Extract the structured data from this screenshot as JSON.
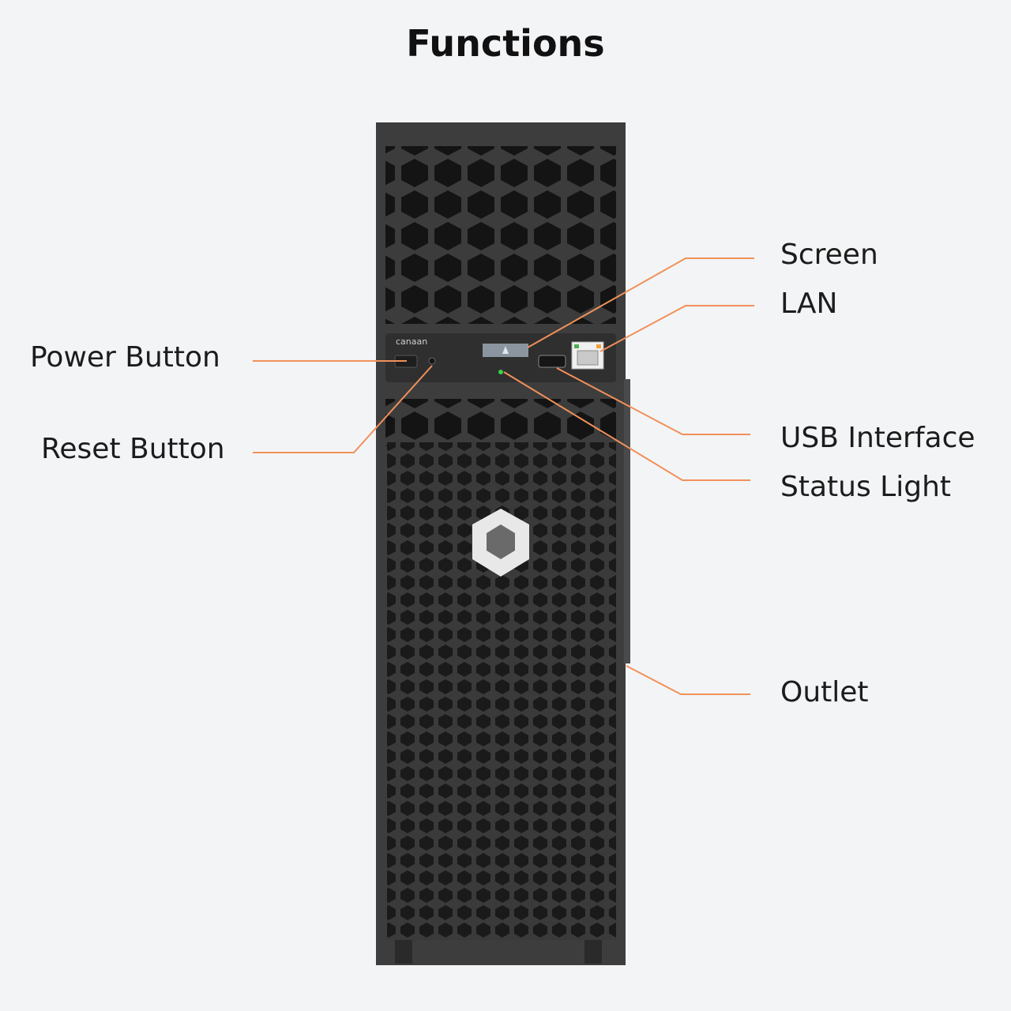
{
  "title": "Functions",
  "brand": "canaan",
  "accent_color": "#f0915a",
  "labels": {
    "power_button": "Power Button",
    "reset_button": "Reset Button",
    "screen": "Screen",
    "lan": "LAN",
    "usb_interface": "USB Interface",
    "status_light": "Status Light",
    "outlet": "Outlet"
  }
}
